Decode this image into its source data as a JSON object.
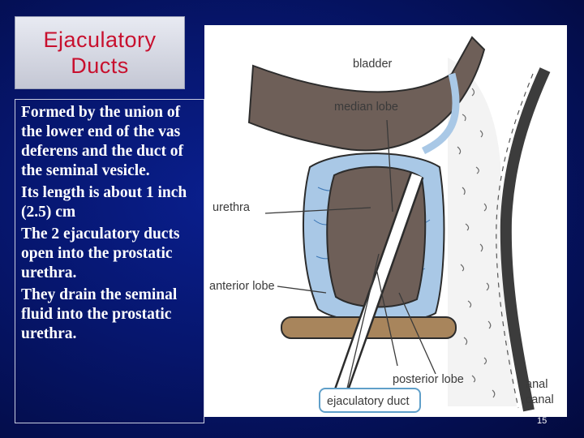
{
  "slide": {
    "title_line1": "Ejaculatory",
    "title_line2": "Ducts",
    "paragraphs": [
      "Formed by the union of the lower end of the vas deferens and the duct of the seminal vesicle.",
      "Its length is about 1 inch (2.5) cm",
      "The 2 ejaculatory ducts open into the prostatic urethra.",
      "They drain the seminal fluid into the prostatic urethra."
    ],
    "page_number": "15"
  },
  "diagram": {
    "labels": {
      "bladder": "bladder",
      "median_lobe": "median lobe",
      "urethra": "urethra",
      "anterior_lobe": "anterior lobe",
      "posterior_lobe": "posterior lobe",
      "anal_canal_line1": "anal",
      "anal_canal_line2": "canal",
      "ejaculatory_duct": "ejaculatory duct"
    },
    "colors": {
      "tissue_brown": "#6e5f58",
      "capsule_blue": "#a9c8e6",
      "sphincter_tan": "#a8855c",
      "highlight_border": "#5f9fc9"
    }
  }
}
